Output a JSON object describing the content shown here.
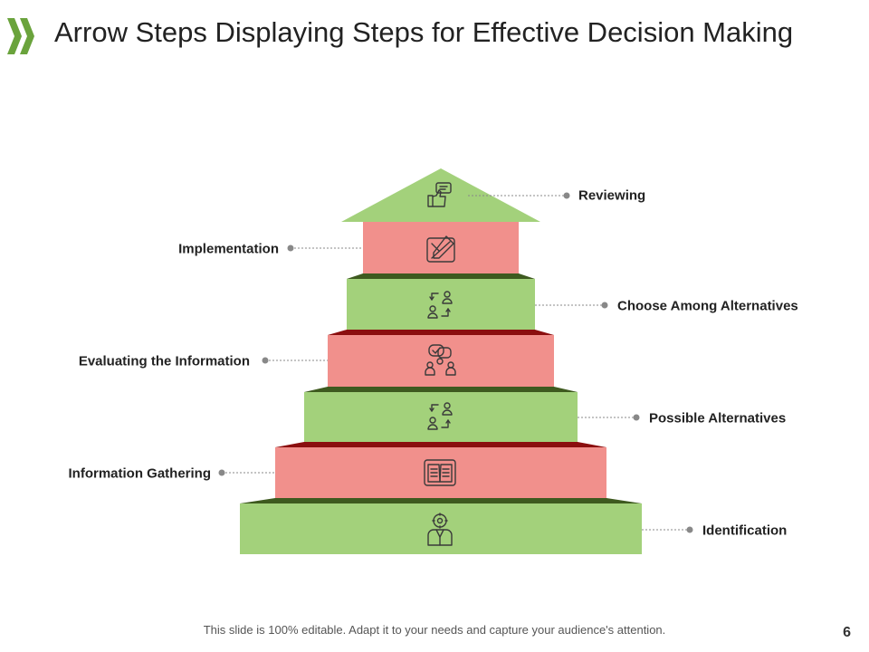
{
  "slide": {
    "title": "Arrow Steps Displaying Steps for Effective Decision Making",
    "footer": "This slide is 100% editable. Adapt it to your needs and capture your audience's attention.",
    "page_number": "6"
  },
  "colors": {
    "green": "#a3d17b",
    "green_dark": "#3e5a1f",
    "red": "#f1908c",
    "red_dark": "#8b0f0f",
    "accent_chevron": "#6aa33c",
    "connector": "#888888"
  },
  "steps": [
    {
      "label": "Reviewing",
      "icon": "thumbs-up-chat-icon"
    },
    {
      "label": "Implementation",
      "icon": "tools-ruler-icon"
    },
    {
      "label": "Choose Among Alternatives",
      "icon": "swap-people-icon"
    },
    {
      "label": "Evaluating the Information",
      "icon": "team-discussion-icon"
    },
    {
      "label": "Possible Alternatives",
      "icon": "swap-people-icon"
    },
    {
      "label": "Information Gathering",
      "icon": "open-book-icon"
    },
    {
      "label": "Identification",
      "icon": "person-gear-icon"
    }
  ]
}
